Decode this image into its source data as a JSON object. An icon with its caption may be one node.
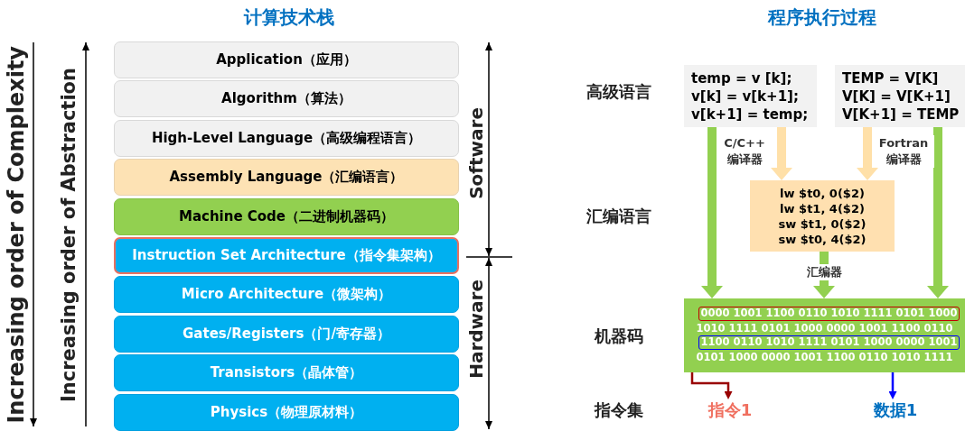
{
  "diagram": {
    "nodes": [
      {
        "text": [
          "Application（应用）"
        ]
      },
      {
        "text": [
          "Algorithm（算法）"
        ]
      },
      {
        "text": [
          "High-Level Language（高级编程语言）"
        ]
      },
      {
        "text": [
          "Assembly Language（汇编语言）"
        ]
      },
      {
        "text": [
          "Machine Code（二进制机器码）"
        ]
      },
      {
        "text": [
          "Instruction Set Architecture（指令集架构）"
        ]
      },
      {
        "text": [
          "Micro Architecture（微架构）"
        ]
      },
      {
        "text": [
          "Gates/Registers（门/寄存器）"
        ]
      },
      {
        "text": [
          "Transistors（晶体管）"
        ]
      },
      {
        "text": [
          "Physics（物理原材料）"
        ]
      },
      {
        "text": [
          "temp = v [k];",
          "v[k] = v[k+1];",
          "v[k+1] = temp;"
        ]
      },
      {
        "text": [
          "TEMP = V[K]",
          "V[K] = V[K+1]",
          "V[K+1] = TEMP"
        ]
      },
      {
        "text": [
          "lw $t0, 0($2)",
          "lw $t1, 4($2)",
          "sw $t1, 0($2)",
          "sw $t0, 4($2)"
        ]
      },
      {
        "text": [
          "1010 1111 0101 1000 0000 1001 1100 0110",
          "0101 1000 0000 1001 1100 0110 1010 1111"
        ]
      },
      {
        "text": [
          "0000 1001 1100 0110 1010 1111 0101 1000"
        ],
        "in": 13
      },
      {
        "text": [
          "1100 0110 1010 1111 0101 1000 0000 1001"
        ],
        "in": 13
      },
      {
        "text": [
          "指令1"
        ]
      },
      {
        "text": [
          "数据1"
        ]
      }
    ],
    "edges": [
      {
        "from": 10,
        "to": 12,
        "arrow": "to",
        "label": "C/C++ 编译器",
        "color": "#ffe0a8"
      },
      {
        "from": 11,
        "to": 12,
        "arrow": "to",
        "label": "Fortran 编译器",
        "color": "#ffe0a8"
      },
      {
        "from": 12,
        "to": 13,
        "arrow": "to",
        "label": "汇编器",
        "color": "#92d050"
      },
      {
        "from": 10,
        "to": 13,
        "arrow": "to",
        "color": "#92d050"
      },
      {
        "from": 11,
        "to": 13,
        "arrow": "to",
        "color": "#92d050"
      },
      {
        "from": 14,
        "to": 16,
        "arrow": "to",
        "color": "#990000"
      },
      {
        "from": 15,
        "to": 17,
        "arrow": "to",
        "color": "#0000ff"
      }
    ],
    "labels": [
      "计算技术栈",
      "程序执行过程",
      "Increasing order of Complexity",
      "Increasing order of Abstraction",
      "Software",
      "Hardware",
      "高级语言",
      "汇编语言",
      "机器码",
      "指令集"
    ]
  }
}
